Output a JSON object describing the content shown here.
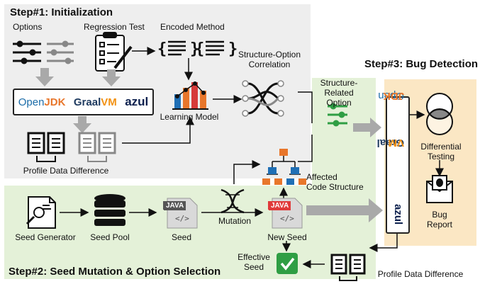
{
  "steps": {
    "step1": "Step#1: Initialization",
    "step2": "Step#2: Seed Mutation & Option Selection",
    "step3": "Step#3: Bug Detection"
  },
  "labels": {
    "options": "Options",
    "regression_test": "Regression Test",
    "encoded_method": "Encoded Method",
    "structure_option_corr_1": "Structure-Option",
    "structure_option_corr_2": "Correlation",
    "learning_model": "Learning Model",
    "profile_diff_top": "Profile Data Difference",
    "structure_related_1": "Structure-",
    "structure_related_2": "Related",
    "structure_related_3": "Option",
    "affected_1": "Affected",
    "affected_2": "Code Structure",
    "seed_generator": "Seed Generator",
    "seed_pool": "Seed Pool",
    "seed": "Seed",
    "mutation": "Mutation",
    "new_seed": "New Seed",
    "effective_1": "Effective",
    "effective_2": "Seed",
    "profile_diff_bottom": "Profile Data Difference",
    "differential_1": "Differential",
    "differential_2": "Testing",
    "bug_1": "Bug",
    "bug_2": "Report"
  },
  "jvms": {
    "openjdk_open": "Open",
    "openjdk_jdk": "JDK",
    "graalvm_graal": "Graal",
    "graalvm_vm": "VM",
    "azul": "azul"
  },
  "java_badge": "JAVA",
  "code_glyph": "</>",
  "colors": {
    "openjdk_orange": "#e8762b",
    "openjdk_blue": "#1b6ca8",
    "graal_blue": "#1e3a5f",
    "graal_orange": "#f29111",
    "azul_navy": "#0b1f4d",
    "java_red": "#e03a3a",
    "green_accent": "#2f9e44",
    "arrow_gray": "#a9a9a9"
  }
}
